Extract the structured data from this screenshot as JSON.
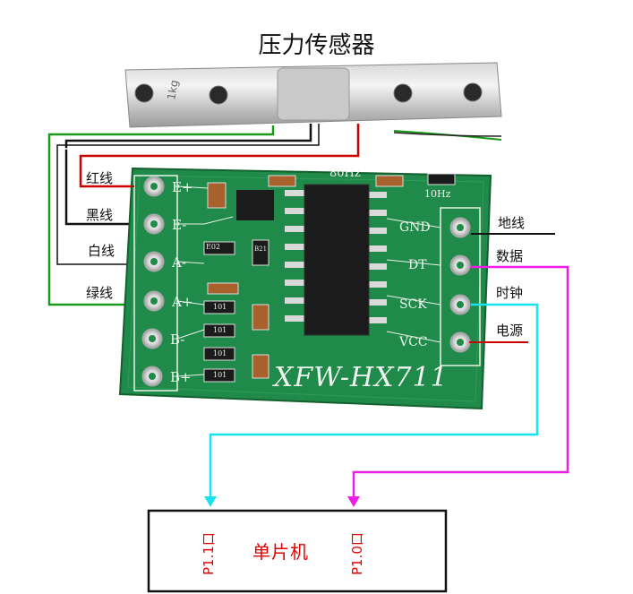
{
  "title": "压力传感器",
  "load_cell": {
    "engraving": "1kg"
  },
  "board": {
    "model_text": "XFW-HX711",
    "left_pins": [
      "E+",
      "E-",
      "A-",
      "A+",
      "B-",
      "B+"
    ],
    "right_pins": [
      "GND",
      "DT",
      "SCK",
      "VCC"
    ],
    "top_marks": [
      "80Hz",
      "10Hz"
    ],
    "chip_codes": [
      "E02",
      "B21",
      "101",
      "101",
      "101",
      "101"
    ]
  },
  "wire_labels": {
    "red": "红线",
    "black": "黑线",
    "white": "白线",
    "green": "绿线"
  },
  "signal_labels": {
    "ground": "地线",
    "data": "数据",
    "clock": "时钟",
    "power": "电源"
  },
  "mcu": {
    "name": "单片机",
    "port_clock": "P1.1口",
    "port_data": "P1.0口"
  },
  "colors": {
    "wire_red": "#cc0000",
    "wire_green": "#1a9a1a",
    "wire_black": "#111111",
    "cyan": "#19e3ee",
    "magenta": "#ee1ee8",
    "pcb": "#1f8a4a",
    "pcb_dark": "#17703a",
    "mcu_text": "#e00000"
  }
}
